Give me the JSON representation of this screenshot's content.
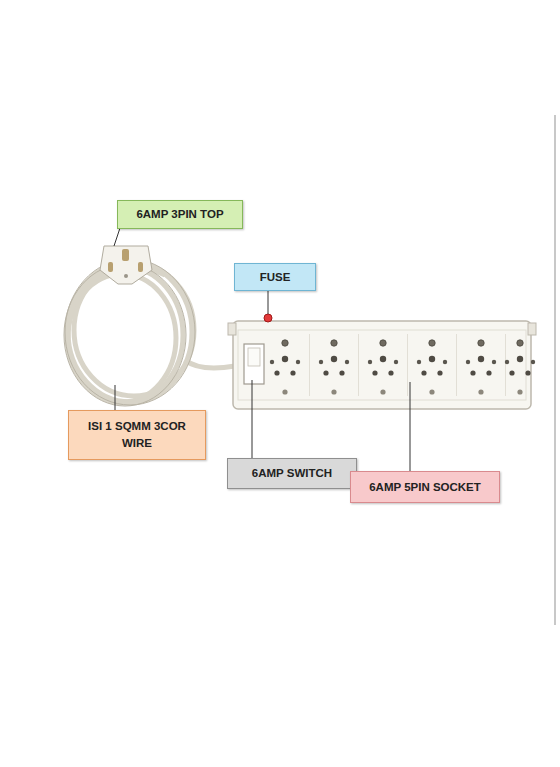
{
  "diagram": {
    "nodes": [
      {
        "text": [
          "6AMP 3PIN TOP"
        ]
      },
      {
        "text": [
          "FUSE"
        ]
      },
      {
        "text": [
          "ISI 1 SQMM 3COR WIRE"
        ]
      },
      {
        "text": [
          "6AMP SWITCH"
        ]
      },
      {
        "text": [
          "6AMP 5PIN SOCKET"
        ]
      }
    ]
  }
}
